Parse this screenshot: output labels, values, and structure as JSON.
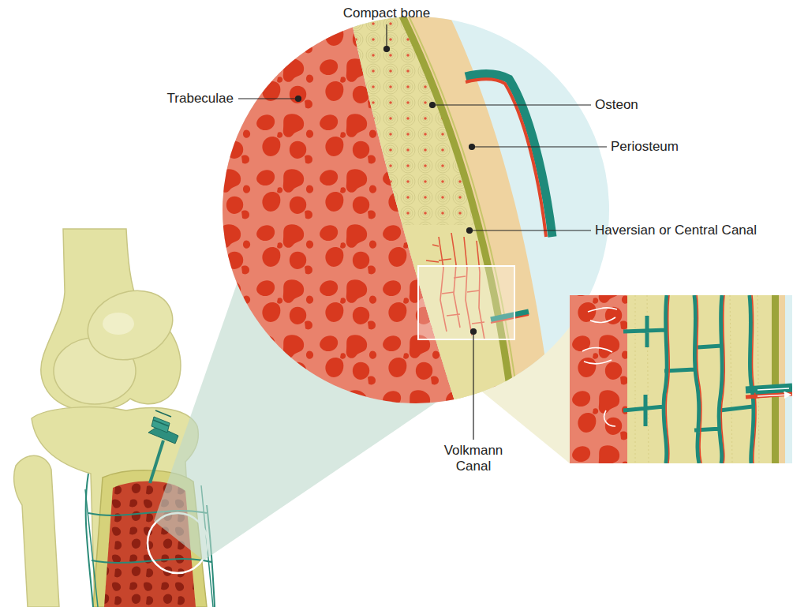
{
  "diagram": {
    "labels": [
      "Compact bone",
      "Trabeculae",
      "Osteon",
      "Periosteum",
      "Haversian or Central Canal",
      "Volkmann Canal"
    ]
  }
}
